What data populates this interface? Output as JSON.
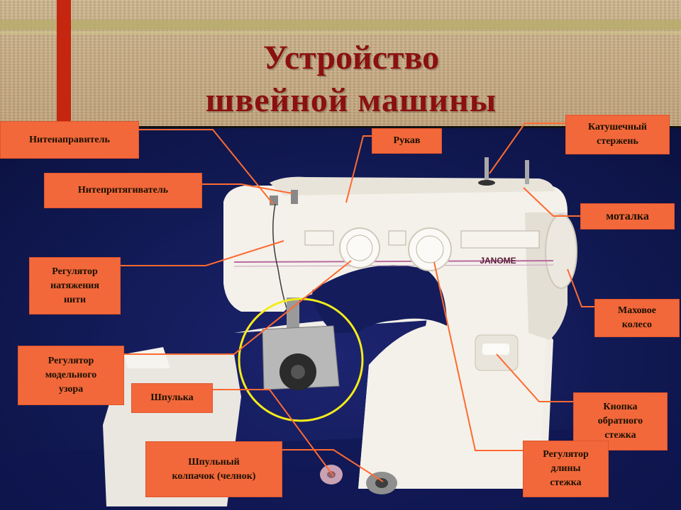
{
  "title": {
    "line1": "Устройство",
    "line2": "швейной машины"
  },
  "machine": {
    "brand": "JANOME"
  },
  "labels": {
    "nitenapravitel": "Нитенаправитель",
    "rukav": "Рукав",
    "katushechny_sterzhen": "Катушечный\nстержень",
    "niteprityagivatel": "Нитепритягиватель",
    "motalka": "моталка",
    "regulator_natyazheniya": "Регулятор\nнатяжения\nнити",
    "makhovoe_koleso": "Маховое\nколесо",
    "regulator_uzora": "Регулятор\nмодельного\nузора",
    "shpulka": "Шпулька",
    "knopka_obratnogo": "Кнопка\nобратного\nстежка",
    "shpulny_kolpachok": "Шпульный\nколпачок (челнок)",
    "regulator_dliny": "Регулятор\nдлины\nстежка"
  },
  "colors": {
    "title": "#8b1010",
    "label_bg": "#f2683b",
    "leader_line": "#ff6a30",
    "highlight_circle": "#f4ec1a",
    "photo_bg": "#121a55"
  }
}
